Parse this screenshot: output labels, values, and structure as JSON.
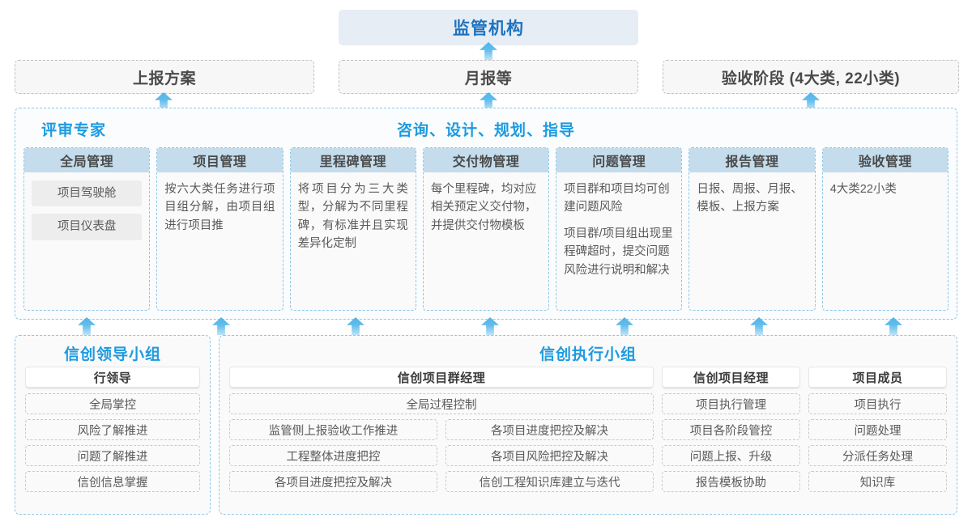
{
  "top": {
    "regulator": "监管机构",
    "reports": [
      "上报方案",
      "月报等",
      "验收阶段 (4大类, 22小类)"
    ]
  },
  "band": {
    "title_left": "评审专家",
    "title_mid": "咨询、设计、规划、指导",
    "cards": [
      {
        "header": "全局管理",
        "pills": [
          "项目驾驶舱",
          "项目仪表盘"
        ],
        "paras": []
      },
      {
        "header": "项目管理",
        "pills": [],
        "paras": [
          "按六大类任务进行项目组分解，由项目组进行项目推"
        ]
      },
      {
        "header": "里程碑管理",
        "pills": [],
        "paras": [
          "将项目分为三大类型，分解为不同里程碑，有标准并且实现差异化定制"
        ]
      },
      {
        "header": "交付物管理",
        "pills": [],
        "paras": [
          "每个里程碑，均对应相关预定义交付物，并提供交付物模板"
        ]
      },
      {
        "header": "问题管理",
        "pills": [],
        "paras": [
          "项目群和项目均可创建问题风险",
          "项目群/项目组出现里程碑超时，提交问题风险进行说明和解决"
        ]
      },
      {
        "header": "报告管理",
        "pills": [],
        "paras": [
          "日报、周报、月报、模板、上报方案"
        ]
      },
      {
        "header": "验收管理",
        "pills": [],
        "paras": [
          "4大类22小类"
        ]
      }
    ]
  },
  "bottom": {
    "leading_group": {
      "title": "信创领导小组",
      "role": "行领导",
      "tasks": [
        "全局掌控",
        "风险了解推进",
        "问题了解推进",
        "信创信息掌握"
      ]
    },
    "exec_group": {
      "title": "信创执行小组",
      "program_manager": {
        "role": "信创项目群经理",
        "full_task": "全局过程控制",
        "left_tasks": [
          "监管侧上报验收工作推进",
          "工程整体进度把控",
          "各项目进度把控及解决"
        ],
        "right_tasks": [
          "各项目进度把控及解决",
          "各项目风险把控及解决",
          "信创工程知识库建立与迭代"
        ]
      },
      "project_manager": {
        "role": "信创项目经理",
        "tasks": [
          "项目执行管理",
          "项目各阶段管控",
          "问题上报、升级",
          "报告模板协助"
        ]
      },
      "member": {
        "role": "项目成员",
        "tasks": [
          "项目执行",
          "问题处理",
          "分派任务处理",
          "知识库"
        ]
      }
    }
  },
  "colors": {
    "accent_blue": "#1d9be0",
    "title_blue": "#1e73be",
    "banner_bg": "#e7edf5",
    "card_header_bg": "#c4dceb",
    "dashed_blue": "#8fc7e8",
    "dashed_gray": "#bfbfbf",
    "arrow": "#4fb3e8"
  }
}
